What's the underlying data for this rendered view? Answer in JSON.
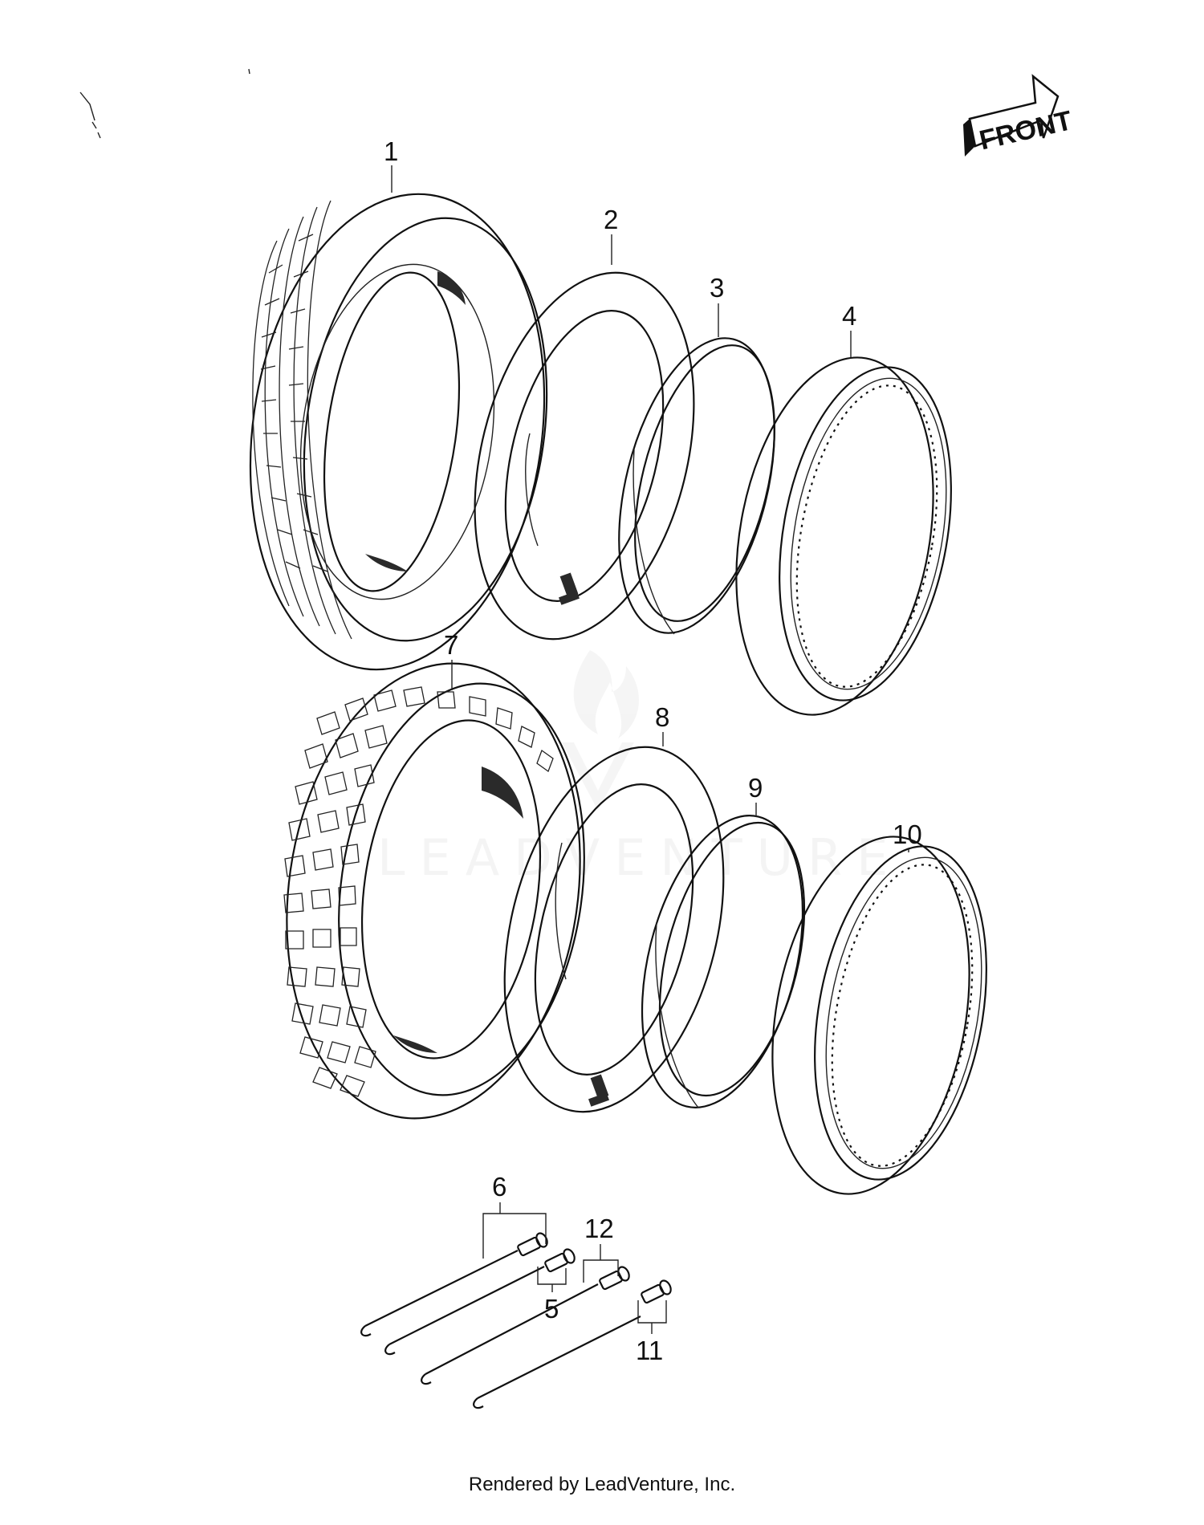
{
  "diagram": {
    "front_label": "FRONT",
    "watermark": "LEADVENTURE",
    "callouts": [
      {
        "id": "1",
        "text": "1"
      },
      {
        "id": "2",
        "text": "2"
      },
      {
        "id": "3",
        "text": "3"
      },
      {
        "id": "4",
        "text": "4"
      },
      {
        "id": "5",
        "text": "5"
      },
      {
        "id": "6",
        "text": "6"
      },
      {
        "id": "7",
        "text": "7"
      },
      {
        "id": "8",
        "text": "8"
      },
      {
        "id": "9",
        "text": "9"
      },
      {
        "id": "10",
        "text": "10"
      },
      {
        "id": "11",
        "text": "11"
      },
      {
        "id": "12",
        "text": "12"
      }
    ]
  },
  "footer": {
    "credit": "Rendered by LeadVenture, Inc."
  }
}
